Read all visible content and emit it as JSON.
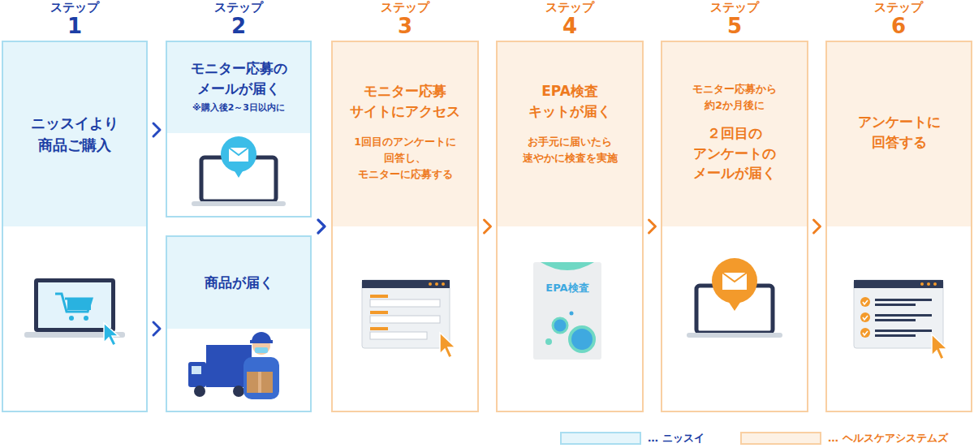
{
  "diagram": {
    "nodes": [
      {
        "text": [
          "ニッスイより 商品ご購入"
        ]
      },
      {
        "text": [
          "モニター応募の メールが届く",
          "※購入後2～3日以内に"
        ]
      },
      {
        "text": [
          "商品が届く"
        ]
      },
      {
        "text": [
          "モニター応募 サイトにアクセス",
          "1回目のアンケートに 回答し、 モニターに応募する"
        ]
      },
      {
        "text": [
          "EPA検査 キットが届く",
          "お手元に届いたら 速やかに検査を実施"
        ]
      },
      {
        "text": [
          "モニター応募から 約2か月後に",
          "２回目の アンケートの メールが届く"
        ]
      },
      {
        "text": [
          "アンケートに 回答する"
        ]
      }
    ],
    "edges": [
      {
        "from": 0,
        "to": 1,
        "arrow": "to"
      },
      {
        "from": 0,
        "to": 2,
        "arrow": "to"
      },
      {
        "from": 1,
        "to": 3,
        "arrow": "to"
      },
      {
        "from": 2,
        "to": 3,
        "arrow": "to"
      },
      {
        "from": 3,
        "to": 4,
        "arrow": "to"
      },
      {
        "from": 4,
        "to": 5,
        "arrow": "to"
      },
      {
        "from": 5,
        "to": 6,
        "arrow": "to"
      }
    ],
    "labels": [
      "ステップ",
      "1",
      "ステップ",
      "2",
      "ステップ",
      "3",
      "ステップ",
      "4",
      "ステップ",
      "5",
      "ステップ",
      "6",
      "EPA検査"
    ],
    "legend": [
      {
        "text": "… ニッスイ",
        "color": "#e5f5fb"
      },
      {
        "text": "… ヘルスケアシステムズ",
        "color": "#fdf1e4"
      }
    ]
  }
}
